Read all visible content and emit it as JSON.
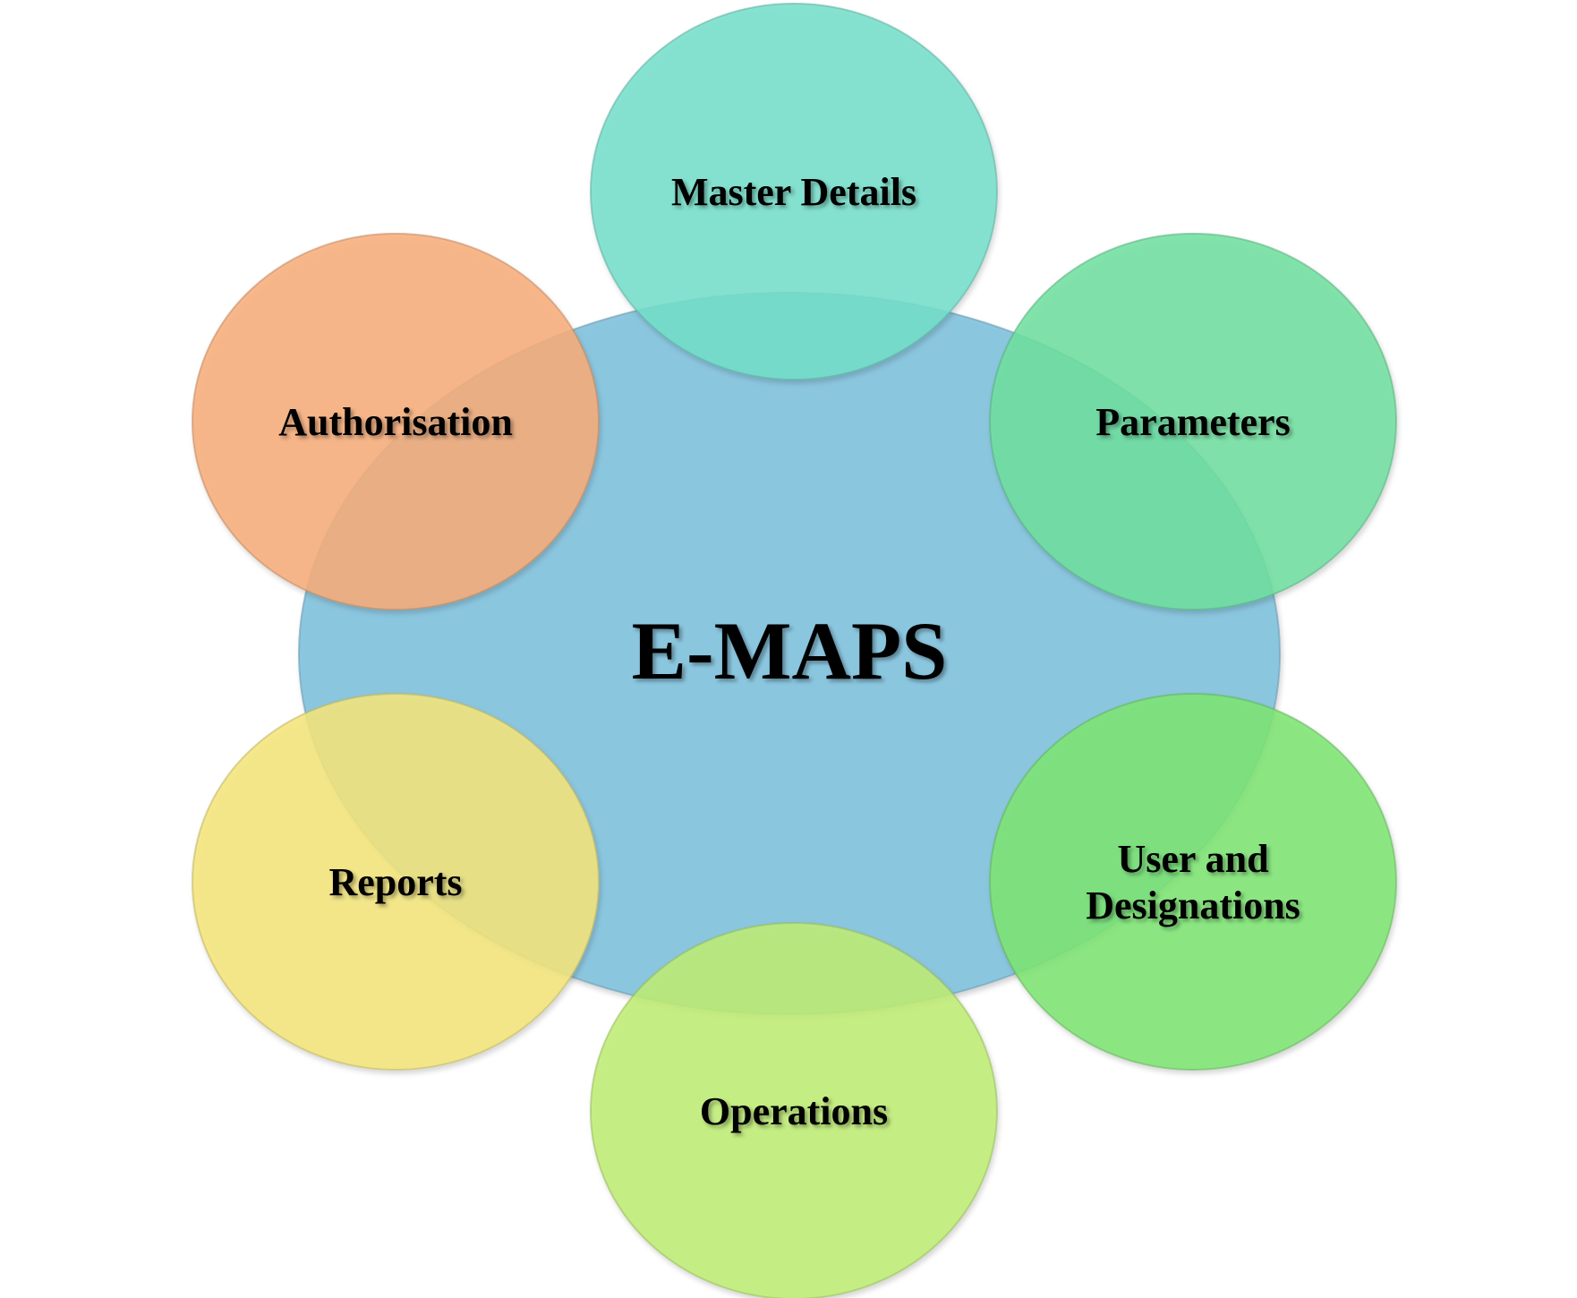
{
  "center": {
    "label": "E-MAPS",
    "color": "#86C4DE"
  },
  "nodes": [
    {
      "id": "master-details",
      "lines": [
        "Master Details"
      ],
      "color": "#76DFCB"
    },
    {
      "id": "parameters",
      "lines": [
        "Parameters"
      ],
      "color": "#6FE0A0"
    },
    {
      "id": "user-and-designations",
      "lines": [
        "User and",
        "Designations"
      ],
      "color": "#7EE572"
    },
    {
      "id": "operations",
      "lines": [
        "Operations"
      ],
      "color": "#BFEE73"
    },
    {
      "id": "reports",
      "lines": [
        "Reports"
      ],
      "color": "#F4E57A"
    },
    {
      "id": "authorisation",
      "lines": [
        "Authorisation"
      ],
      "color": "#F8AD79"
    }
  ]
}
